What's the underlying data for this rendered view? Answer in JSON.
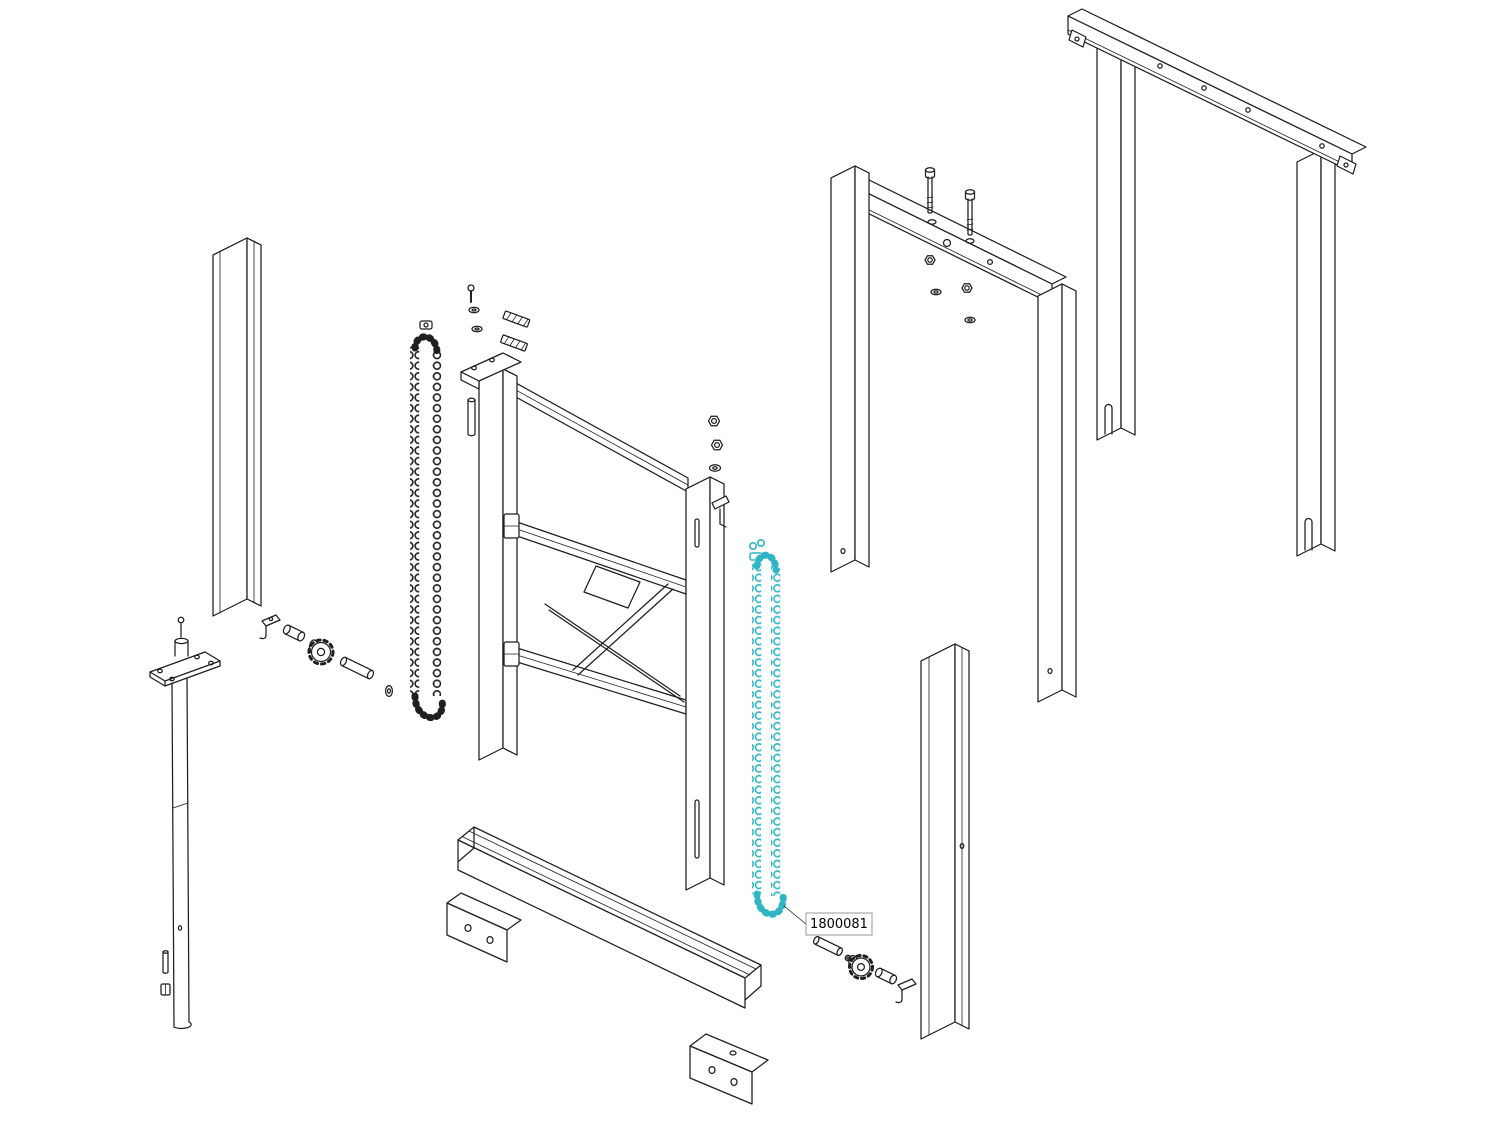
{
  "diagram": {
    "kind": "exploded-parts-diagram",
    "colors": {
      "background": "#ffffff",
      "line": "#1f1f1f",
      "highlight": "#2fb5c4",
      "callout_border": "#9a9a9a",
      "callout_text": "#000000"
    },
    "callout": {
      "label": "1800081"
    },
    "highlighted_part": {
      "part_number": "1800081",
      "name": "highlighted-chain"
    },
    "parts": [
      {
        "name": "outer-frame"
      },
      {
        "name": "mid-frame"
      },
      {
        "name": "frame-fastener-set"
      },
      {
        "name": "left-channel-cover"
      },
      {
        "name": "right-channel-cover"
      },
      {
        "name": "lift-screw-assembly"
      },
      {
        "name": "chain-drive-hardware-left"
      },
      {
        "name": "primary-chain"
      },
      {
        "name": "top-fastener-set"
      },
      {
        "name": "roll-pin"
      },
      {
        "name": "inner-mast-frame"
      },
      {
        "name": "mast-nut-stack"
      },
      {
        "name": "highlighted-chain",
        "highlighted": true,
        "part_number": "1800081"
      },
      {
        "name": "chain-drive-hardware-right"
      },
      {
        "name": "base-channel"
      },
      {
        "name": "corner-bracket-upper"
      },
      {
        "name": "corner-bracket-lower"
      }
    ]
  }
}
